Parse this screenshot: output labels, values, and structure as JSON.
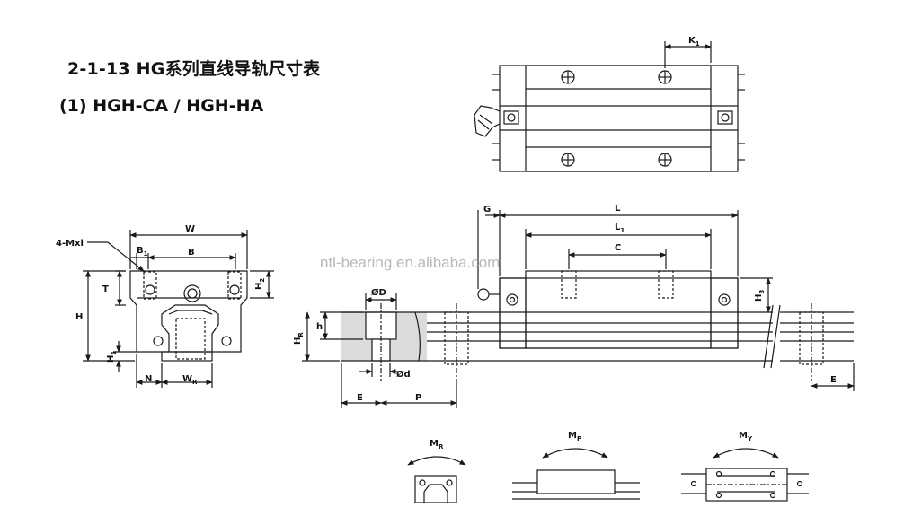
{
  "header": {
    "title": "2-1-13 HG系列直线导轨尺寸表",
    "subtitle": "(1) HGH-CA / HGH-HA"
  },
  "watermark": "ntl-bearing.en.alibaba.com",
  "labels": {
    "mxl": "4-Mxl",
    "w": "W",
    "b1": "B",
    "b1_sub": "1",
    "b": "B",
    "t": "T",
    "h2": "H",
    "h2_sub": "2",
    "h": "H",
    "h1": "H",
    "h1_sub": "1",
    "n": "N",
    "wr": "W",
    "wr_sub": "R",
    "k1": "K",
    "k1_sub": "1",
    "g": "G",
    "l": "L",
    "l1": "L",
    "l1_sub": "1",
    "c": "C",
    "h3": "H",
    "h3_sub": "3",
    "od_big": "ØD",
    "od_small": "Ød",
    "h_small": "h",
    "hr": "H",
    "hr_sub": "R",
    "e_left": "E",
    "p": "P",
    "e_right": "E",
    "mr": "M",
    "mr_sub": "R",
    "mp": "M",
    "mp_sub": "P",
    "my": "M",
    "my_sub": "Y"
  },
  "colors": {
    "line": "#1a1a1a",
    "shade": "#dcdcdc",
    "watermark": "#b8b8b8"
  }
}
